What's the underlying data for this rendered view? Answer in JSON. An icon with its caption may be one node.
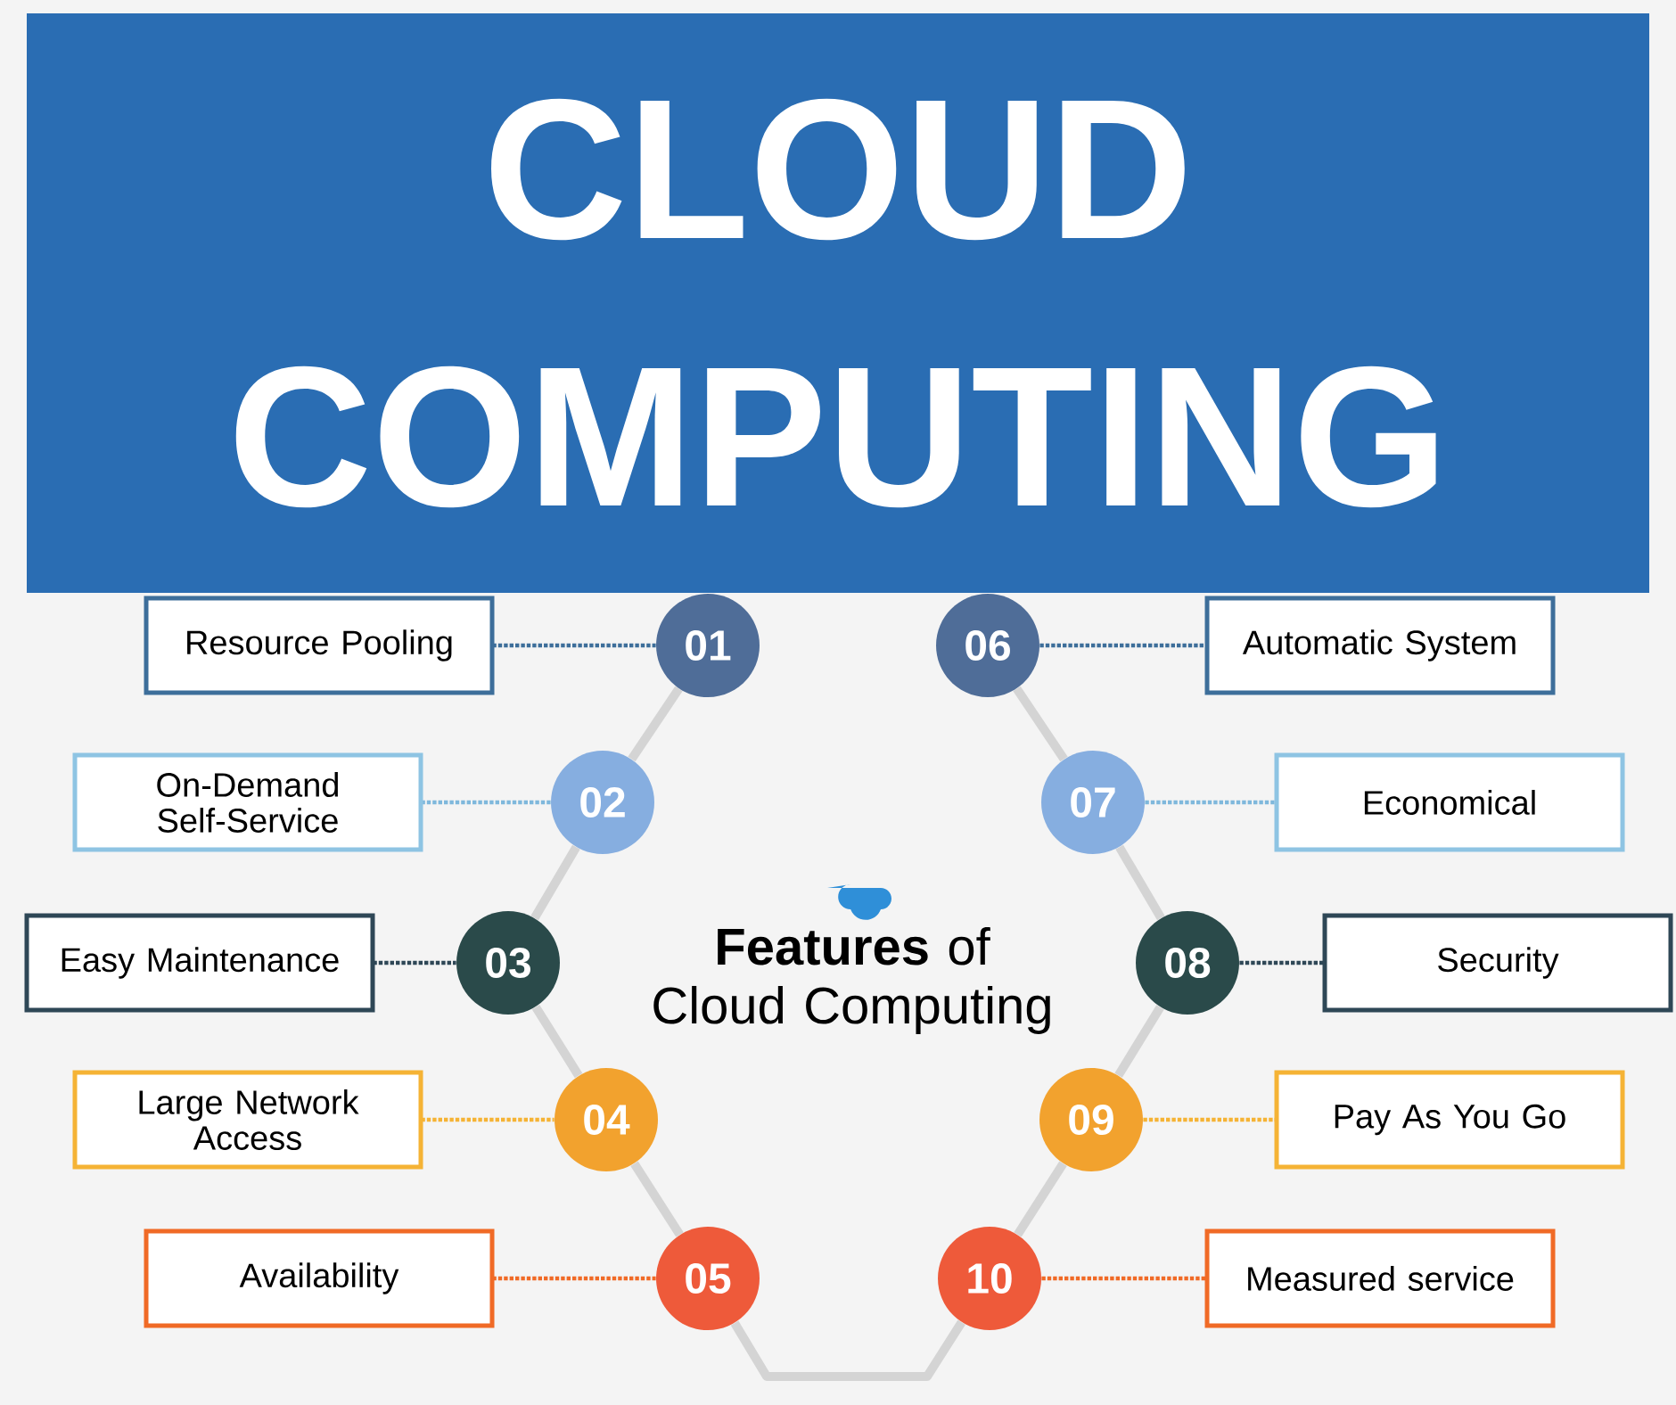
{
  "diagram": {
    "title": "**Features** of Cloud Computing",
    "nodes": [
      {
        "text": [
          "CLOUD COMPUTING"
        ]
      },
      {
        "text": [
          "Resource Pooling"
        ]
      },
      {
        "text": [
          "01"
        ]
      },
      {
        "text": [
          "06"
        ]
      },
      {
        "text": [
          "Automatic System"
        ]
      },
      {
        "text": [
          "On-Demand Self-Service"
        ]
      },
      {
        "text": [
          "02"
        ]
      },
      {
        "text": [
          "07"
        ]
      },
      {
        "text": [
          "Economical"
        ]
      },
      {
        "text": [
          "Easy Maintenance"
        ]
      },
      {
        "text": [
          "03"
        ]
      },
      {
        "text": [
          "08"
        ]
      },
      {
        "text": [
          "Security"
        ]
      },
      {
        "text": [
          "Large Network Access"
        ]
      },
      {
        "text": [
          "04"
        ]
      },
      {
        "text": [
          "09"
        ]
      },
      {
        "text": [
          "Pay As You Go"
        ]
      },
      {
        "text": [
          "Availability"
        ]
      },
      {
        "text": [
          "05"
        ]
      },
      {
        "text": [
          "10"
        ]
      },
      {
        "text": [
          "Measured service"
        ]
      }
    ],
    "edges": [
      {
        "from": 1,
        "to": 2,
        "arrow": "none",
        "style": "dashed",
        "color": "#3d6e9a"
      },
      {
        "from": 3,
        "to": 4,
        "arrow": "none",
        "style": "dashed",
        "color": "#3d6e9a"
      },
      {
        "from": 5,
        "to": 6,
        "arrow": "none",
        "style": "dashed",
        "color": "#7fb8dc"
      },
      {
        "from": 7,
        "to": 8,
        "arrow": "none",
        "style": "dashed",
        "color": "#7fb8dc"
      },
      {
        "from": 9,
        "to": 10,
        "arrow": "none",
        "style": "dashed",
        "color": "#2e4756"
      },
      {
        "from": 11,
        "to": 12,
        "arrow": "none",
        "style": "dashed",
        "color": "#2e4756"
      },
      {
        "from": 13,
        "to": 14,
        "arrow": "none",
        "style": "dashed",
        "color": "#f5b335"
      },
      {
        "from": 15,
        "to": 16,
        "arrow": "none",
        "style": "dashed",
        "color": "#f5b335"
      },
      {
        "from": 17,
        "to": 18,
        "arrow": "none",
        "style": "dashed",
        "color": "#f06a26"
      },
      {
        "from": 19,
        "to": 20,
        "arrow": "none",
        "style": "dashed",
        "color": "#f06a26"
      },
      {
        "from": 2,
        "to": 6,
        "arrow": "none",
        "style": "thick",
        "color": "#d4d4d4"
      },
      {
        "from": 6,
        "to": 10,
        "arrow": "none",
        "style": "thick",
        "color": "#d4d4d4"
      },
      {
        "from": 10,
        "to": 14,
        "arrow": "none",
        "style": "thick",
        "color": "#d4d4d4"
      },
      {
        "from": 14,
        "to": 18,
        "arrow": "none",
        "style": "thick",
        "color": "#d4d4d4"
      },
      {
        "from": 18,
        "to": 19,
        "arrow": "none",
        "style": "thick",
        "color": "#d4d4d4"
      },
      {
        "from": 3,
        "to": 7,
        "arrow": "none",
        "style": "thick",
        "color": "#d4d4d4"
      },
      {
        "from": 7,
        "to": 11,
        "arrow": "none",
        "style": "thick",
        "color": "#d4d4d4"
      },
      {
        "from": 11,
        "to": 15,
        "arrow": "none",
        "style": "thick",
        "color": "#d4d4d4"
      },
      {
        "from": 15,
        "to": 19,
        "arrow": "none",
        "style": "thick",
        "color": "#d4d4d4"
      }
    ]
  }
}
